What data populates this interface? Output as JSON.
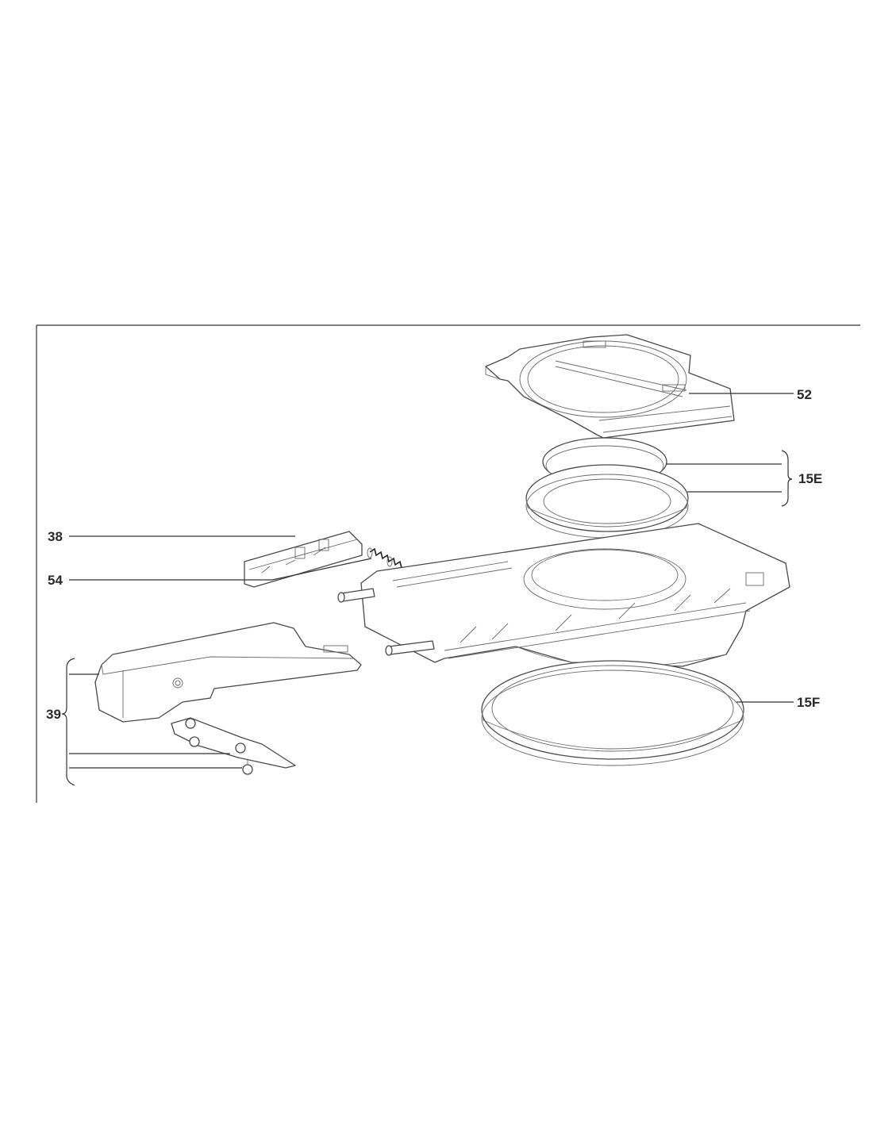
{
  "callouts": {
    "c52": "52",
    "c15E": "15E",
    "c38": "38",
    "c54": "54",
    "c39": "39",
    "c15F": "15F"
  }
}
